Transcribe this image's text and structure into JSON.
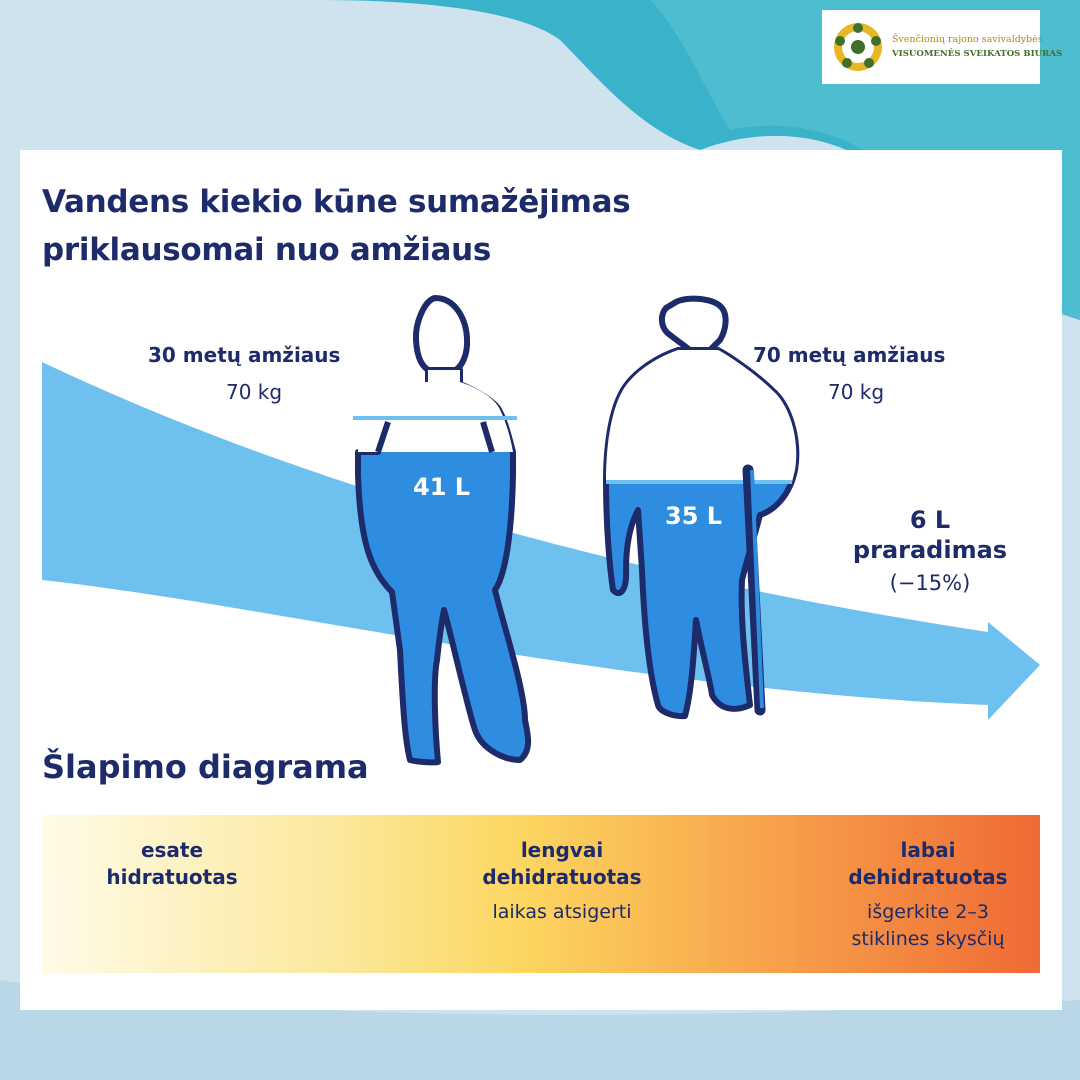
{
  "logo": {
    "line1": "Švenčionių rajono savivaldybės",
    "line2": "VISUOMENĖS SVEIKATOS BIURAS"
  },
  "title": {
    "line1": "Vandens kiekio kūne sumažėjimas",
    "line2": "priklausomai nuo amžiaus"
  },
  "young": {
    "age": "30 metų amžiaus",
    "weight": "70 kg",
    "water": "41 L"
  },
  "old": {
    "age": "70 metų amžiaus",
    "weight": "70 kg",
    "water": "35 L"
  },
  "loss": {
    "amount": "6 L",
    "label": "praradimas",
    "percent": "(−15%)"
  },
  "urine": {
    "title": "Šlapimo diagrama",
    "zones": [
      {
        "title1": "esate",
        "title2": "hidratuotas",
        "note1": "",
        "note2": ""
      },
      {
        "title1": "lengvai",
        "title2": "dehidratuotas",
        "note1": "laikas atsigerti",
        "note2": ""
      },
      {
        "title1": "labai",
        "title2": "dehidratuotas",
        "note1": "išgerkite 2–3",
        "note2": "stiklines skysčių"
      }
    ]
  },
  "colors": {
    "navy": "#1d2b6b",
    "water": "#2e8de0",
    "arrow": "#6ec1ee",
    "gradient_start": "#fffbe8",
    "gradient_end": "#ef6a35"
  }
}
